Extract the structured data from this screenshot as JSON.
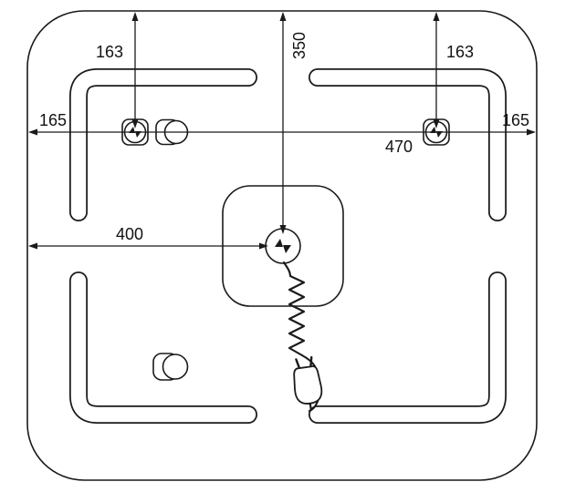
{
  "page": {
    "background": "#ffffff",
    "line_color": "#1a1a1a"
  },
  "diagram": {
    "name": "mirror-back-mounting-diagram",
    "labels": {
      "offset_top_left": "163",
      "offset_top_right": "163",
      "height_to_center": "350",
      "edge_left": "165",
      "edge_right": "165",
      "bracket_span": "470",
      "width_to_center": "400"
    }
  }
}
